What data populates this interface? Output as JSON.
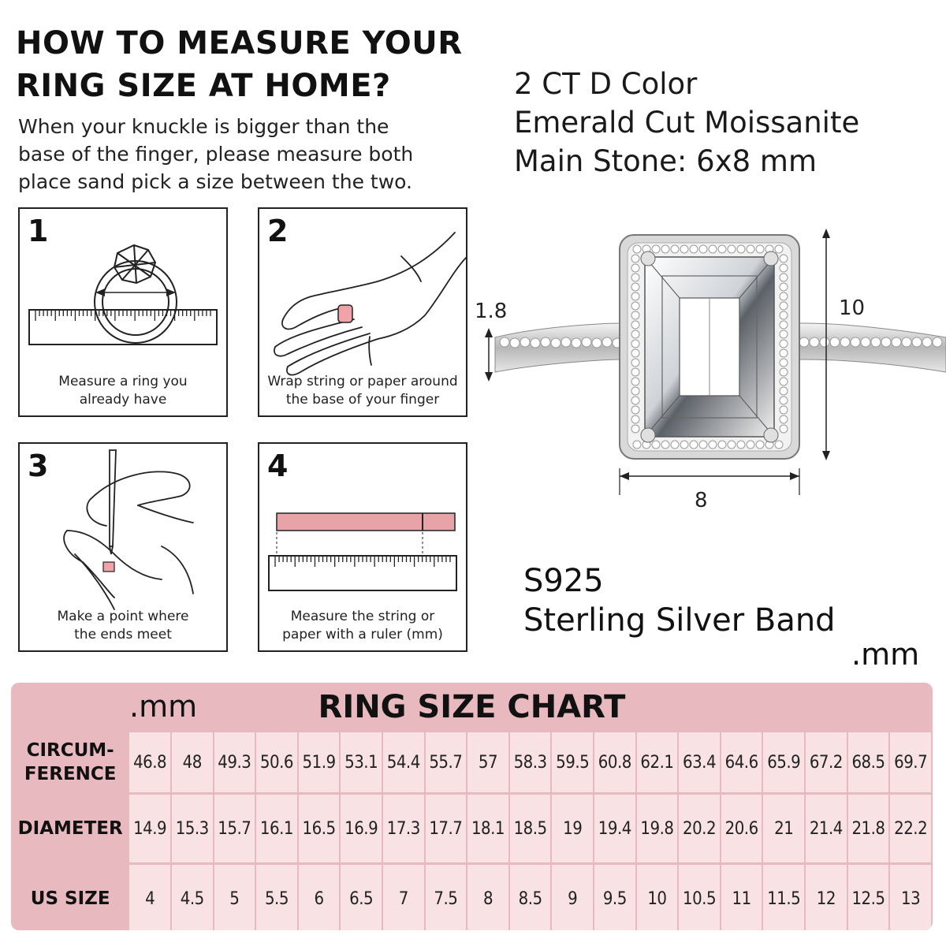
{
  "title": {
    "line1": "HOW TO MEASURE YOUR",
    "line2": "RING SIZE AT HOME?"
  },
  "intro": {
    "line1": "When your knuckle is bigger than the",
    "line2": "base of the finger, please measure both",
    "line3": "place sand pick a size between the two."
  },
  "specs": {
    "line1": "2 CT  D Color",
    "line2": "Emerald Cut Moissanite",
    "line3": "Main Stone: 6x8 mm"
  },
  "steps": [
    {
      "num": "1",
      "line1": "Measure a ring you",
      "line2": "already have"
    },
    {
      "num": "2",
      "line1": "Wrap string or paper around",
      "line2": "the base of your finger"
    },
    {
      "num": "3",
      "line1": "Make a point where",
      "line2": "the ends meet"
    },
    {
      "num": "4",
      "line1": "Measure the string or",
      "line2": "paper with a ruler (mm)"
    }
  ],
  "dimensions": {
    "band_height": "1.8",
    "stone_height": "10",
    "stone_width": "8"
  },
  "material": {
    "line1": "S925",
    "line2": "Sterling Silver Band",
    "unit": ".mm"
  },
  "chart": {
    "title": "RING SIZE CHART",
    "unit": ".mm",
    "rows": [
      {
        "label_line1": "CIRCUM-",
        "label_line2": "FERENCE",
        "values": [
          "46.8",
          "48",
          "49.3",
          "50.6",
          "51.9",
          "53.1",
          "54.4",
          "55.7",
          "57",
          "58.3",
          "59.5",
          "60.8",
          "62.1",
          "63.4",
          "64.6",
          "65.9",
          "67.2",
          "68.5",
          "69.7"
        ]
      },
      {
        "label_line1": "DIAMETER",
        "label_line2": "",
        "values": [
          "14.9",
          "15.3",
          "15.7",
          "16.1",
          "16.5",
          "16.9",
          "17.3",
          "17.7",
          "18.1",
          "18.5",
          "19",
          "19.4",
          "19.8",
          "20.2",
          "20.6",
          "21",
          "21.4",
          "21.8",
          "22.2"
        ]
      },
      {
        "label_line1": "US SIZE",
        "label_line2": "",
        "values": [
          "4",
          "4.5",
          "5",
          "5.5",
          "6",
          "6.5",
          "7",
          "7.5",
          "8",
          "8.5",
          "9",
          "9.5",
          "10",
          "10.5",
          "11",
          "11.5",
          "12",
          "12.5",
          "13"
        ]
      }
    ]
  },
  "colors": {
    "chart_header": "#e8b9be",
    "chart_cell": "#f9e2e4",
    "accent_pink": "#f0a3a8"
  }
}
